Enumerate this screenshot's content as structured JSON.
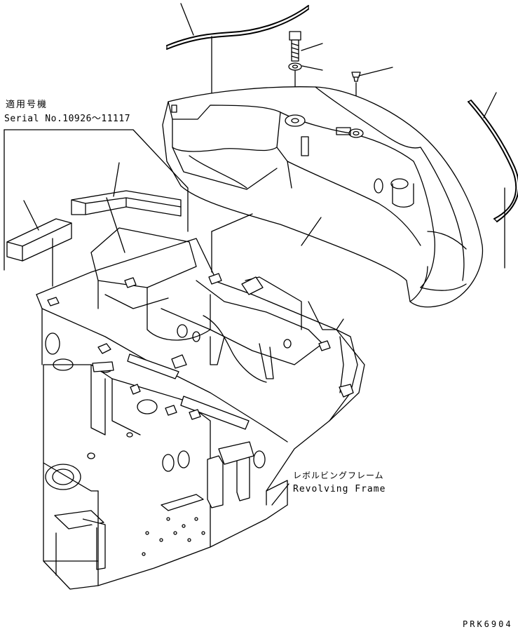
{
  "applicability": {
    "title_jp": "適用号機",
    "serial": "Serial No.10926～11117"
  },
  "frame_label": {
    "jp": "レボルビングフレーム",
    "en": "Revolving Frame"
  },
  "drawing_code": "PRK6904"
}
